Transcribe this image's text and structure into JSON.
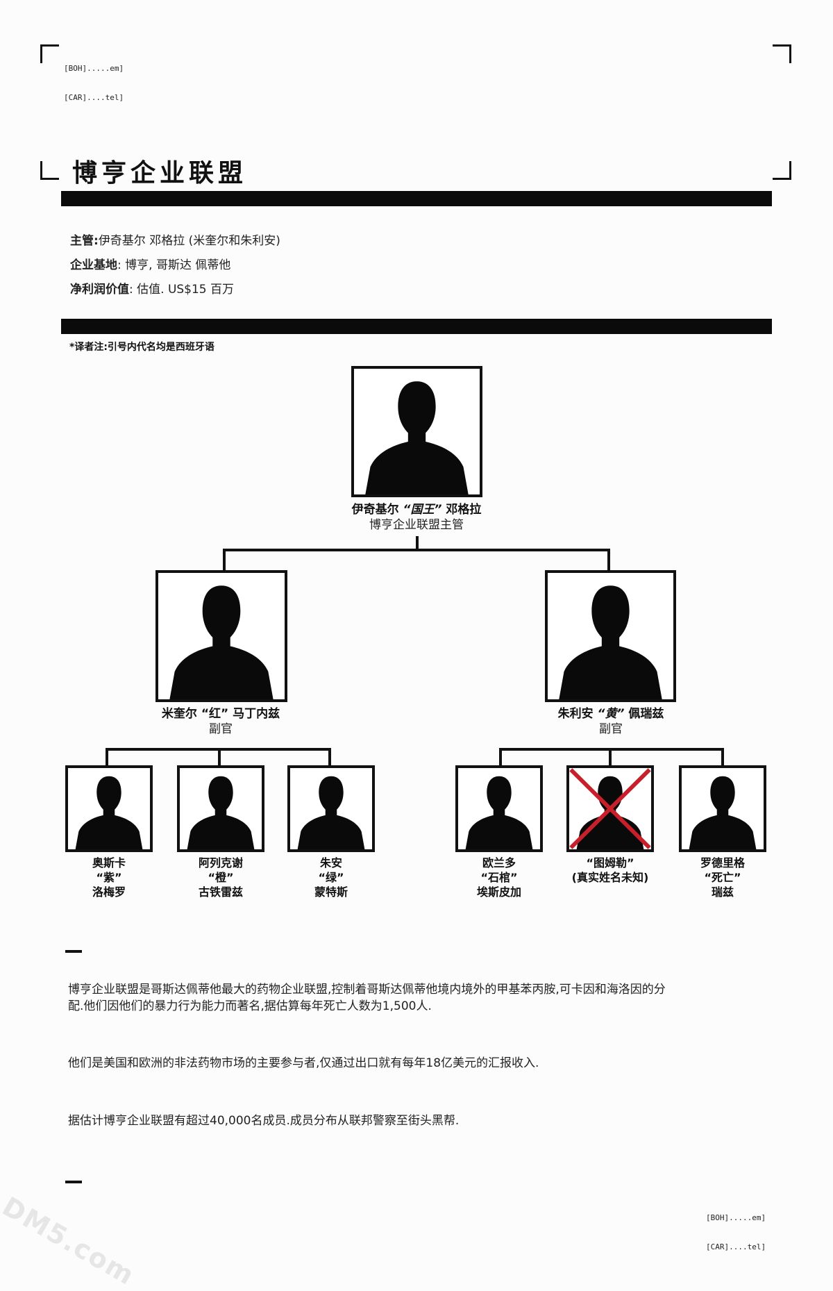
{
  "header_code": {
    "line1": "[BOH].....em]",
    "line2": "[CAR]....tel]"
  },
  "footer_code": {
    "line1": "[BOH].....em]",
    "line2": "[CAR]....tel]"
  },
  "title": "博亨企业联盟",
  "info": {
    "leader_label": "主管:",
    "leader_value": "伊奇基尔 邓格拉 (米奎尔和朱利安)",
    "base_label": "企业基地",
    "base_value": ": 博亨, 哥斯达 佩蒂他",
    "profit_label": "净利润价值",
    "profit_value": ": 估值. US$15 百万"
  },
  "translator_note": "*译者注:引号内代名均是西班牙语",
  "org": {
    "top": {
      "name_pre": "伊奇基尔 ",
      "nickname": "“国王”",
      "name_post": " 邓格拉",
      "role": "博亨企业联盟主管"
    },
    "left": {
      "name": "米奎尔 “红” 马丁内兹",
      "role": "副官"
    },
    "right": {
      "name_pre": "朱利安 ",
      "nickname": "“黄”",
      "name_post": " 佩瑞兹",
      "role": "副官"
    },
    "members": [
      {
        "l1": "奥斯卡",
        "l2": "“紫”",
        "l3": "洛梅罗"
      },
      {
        "l1": "阿列克谢",
        "l2": "“橙”",
        "l3": "古铁雷兹"
      },
      {
        "l1": "朱安",
        "l2": "“绿”",
        "l3": "蒙特斯"
      },
      {
        "l1": "欧兰多",
        "l2": "“石棺”",
        "l3": "埃斯皮加"
      },
      {
        "l1": "“图姆勒”",
        "l2": "(真实姓名未知)",
        "l3": ""
      },
      {
        "l1": "罗德里格",
        "l2": "“死亡”",
        "l3": "瑞兹"
      }
    ]
  },
  "paragraphs": [
    "博亨企业联盟是哥斯达佩蒂他最大的药物企业联盟,控制着哥斯达佩蒂他境内境外的甲基苯丙胺,可卡因和海洛因的分配.他们因他们的暴力行为能力而著名,据估算每年死亡人数为1,500人.",
    "他们是美国和欧洲的非法药物市场的主要参与者,仅通过出口就有每年18亿美元的汇报收入.",
    "据估计博亨企业联盟有超过40,000名成员.成员分布从联邦警察至街头黑帮."
  ],
  "watermark": "DM5.com",
  "colors": {
    "cross": "#c8202a",
    "ink": "#111111"
  }
}
